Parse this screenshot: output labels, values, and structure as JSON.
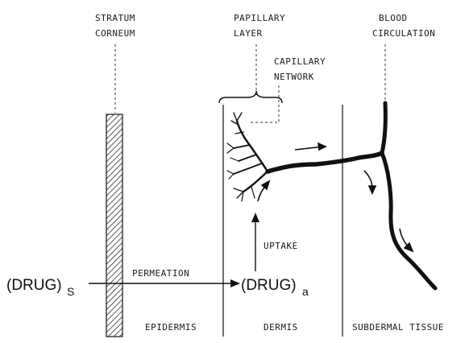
{
  "labels": {
    "stratum_corneum": [
      "STRATUM",
      "CORNEUM"
    ],
    "papillary_layer": [
      "PAPILLARY",
      "LAYER"
    ],
    "capillary_network": [
      "CAPILLARY",
      "NETWORK"
    ],
    "blood_circulation": [
      "BLOOD",
      "CIRCULATION"
    ],
    "permeation": "PERMEATION",
    "uptake": "UPTAKE",
    "epidermis": "EPIDERMIS",
    "dermis": "DERMIS",
    "subdermal_tissue": "SUBDERMAL TISSUE"
  },
  "drug_s": {
    "main": "(DRUG)",
    "sub": "S"
  },
  "drug_a": {
    "main": "(DRUG)",
    "sub": "a"
  },
  "colors": {
    "ink": "#111111",
    "background": "#ffffff"
  }
}
